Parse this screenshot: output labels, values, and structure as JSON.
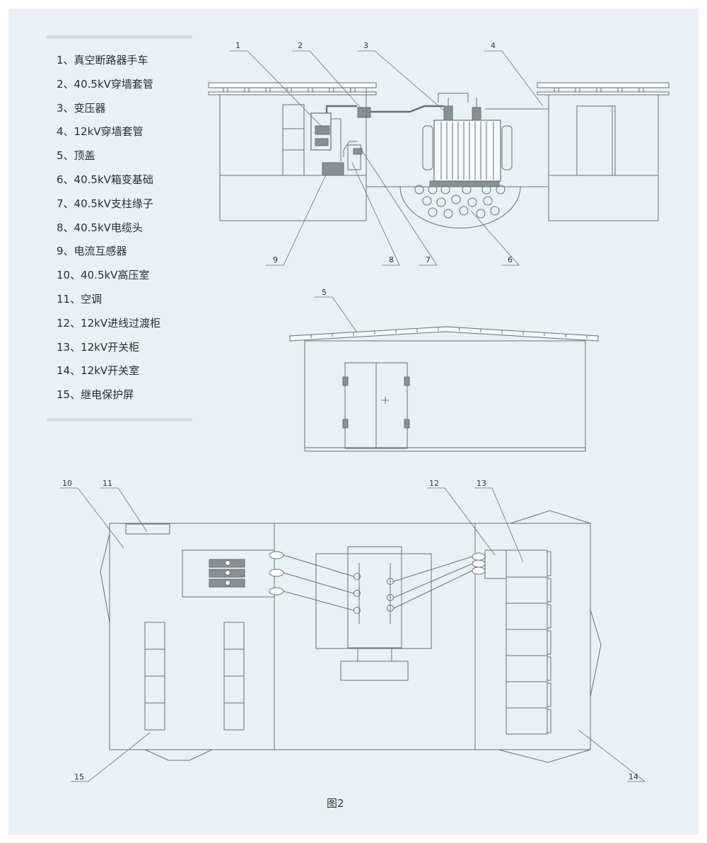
{
  "legend": {
    "items": [
      "1、真空断路器手车",
      "2、40.5kV穿墙套管",
      "3、变压器",
      "4、12kV穿墙套管",
      "5、顶盖",
      "6、40.5kV箱变基础",
      "7、40.5kV支柱缘子",
      "8、40.5kV电缆头",
      "9、电流互感器",
      "10、40.5kV高压室",
      "11、空调",
      "12、12kV进线过渡柜",
      "13、12kV开关柜",
      "14、12kV开关室",
      "15、继电保护屏"
    ]
  },
  "callouts": {
    "n1": "1",
    "n2": "2",
    "n3": "3",
    "n4": "4",
    "n5": "5",
    "n6": "6",
    "n7": "7",
    "n8": "8",
    "n9": "9",
    "n10": "10",
    "n11": "11",
    "n12": "12",
    "n13": "13",
    "n14": "14",
    "n15": "15"
  },
  "caption": "图2",
  "colors": {
    "panel": "#eaf1f5",
    "line": "#6a6f74",
    "rule": "#c9dce8",
    "text": "#2a2f33"
  }
}
